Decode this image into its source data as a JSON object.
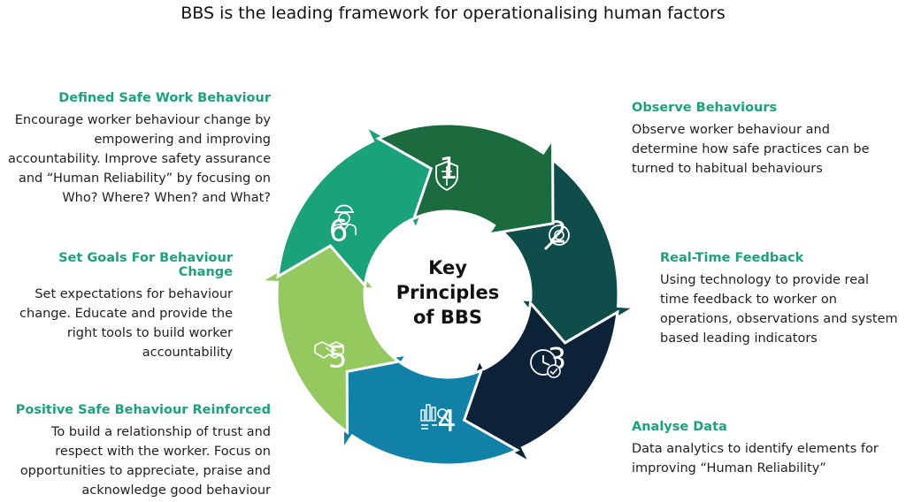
{
  "title": "BBS is the leading framework for operationalising human factors",
  "center": {
    "line1": "Key",
    "line2": "Principles",
    "line3": "of BBS"
  },
  "segments": [
    {
      "num": "1",
      "color": "#1c6b3e",
      "icon": "shield-icon"
    },
    {
      "num": "2",
      "color": "#0f4d4a",
      "icon": "magnifier-icon"
    },
    {
      "num": "3",
      "color": "#0b2238",
      "icon": "clock-check-icon"
    },
    {
      "num": "4",
      "color": "#1181a8",
      "icon": "analytics-icon"
    },
    {
      "num": "5",
      "color": "#93c95f",
      "icon": "handshake-icon"
    },
    {
      "num": "6",
      "color": "#1aa37a",
      "icon": "worker-icon"
    }
  ],
  "blocks": {
    "b1": {
      "heading": "Defined Safe Work Behaviour",
      "lines": [
        "Encourage worker behaviour change by",
        "empowering and improving",
        "accountability. Improve safety assurance",
        "and “Human Reliability” by focusing on",
        "Who? Where? When? and What?"
      ]
    },
    "b2": {
      "heading": "Observe Behaviours",
      "lines": [
        "Observe worker behaviour and",
        "determine how safe practices can be",
        "turned to habitual behaviours"
      ]
    },
    "b3": {
      "heading": "Real-Time Feedback",
      "lines": [
        "Using technology to provide real",
        "time feedback to worker on",
        "operations, observations and system",
        "based leading indicators"
      ]
    },
    "b4": {
      "heading": "Analyse Data",
      "lines": [
        "Data analytics to identify elements for",
        "improving “Human Reliability”"
      ]
    },
    "b5": {
      "heading": "Positive Safe Behaviour Reinforced",
      "lines": [
        "To build a relationship of trust and",
        "respect with the worker. Focus on",
        "opportunities to appreciate, praise and",
        "acknowledge good behaviour"
      ]
    },
    "b6": {
      "heading": "Set Goals For Behaviour Change",
      "lines": [
        "Set expectations for behaviour",
        "change. Educate and provide the",
        "right tools to build worker",
        "accountability"
      ]
    }
  }
}
